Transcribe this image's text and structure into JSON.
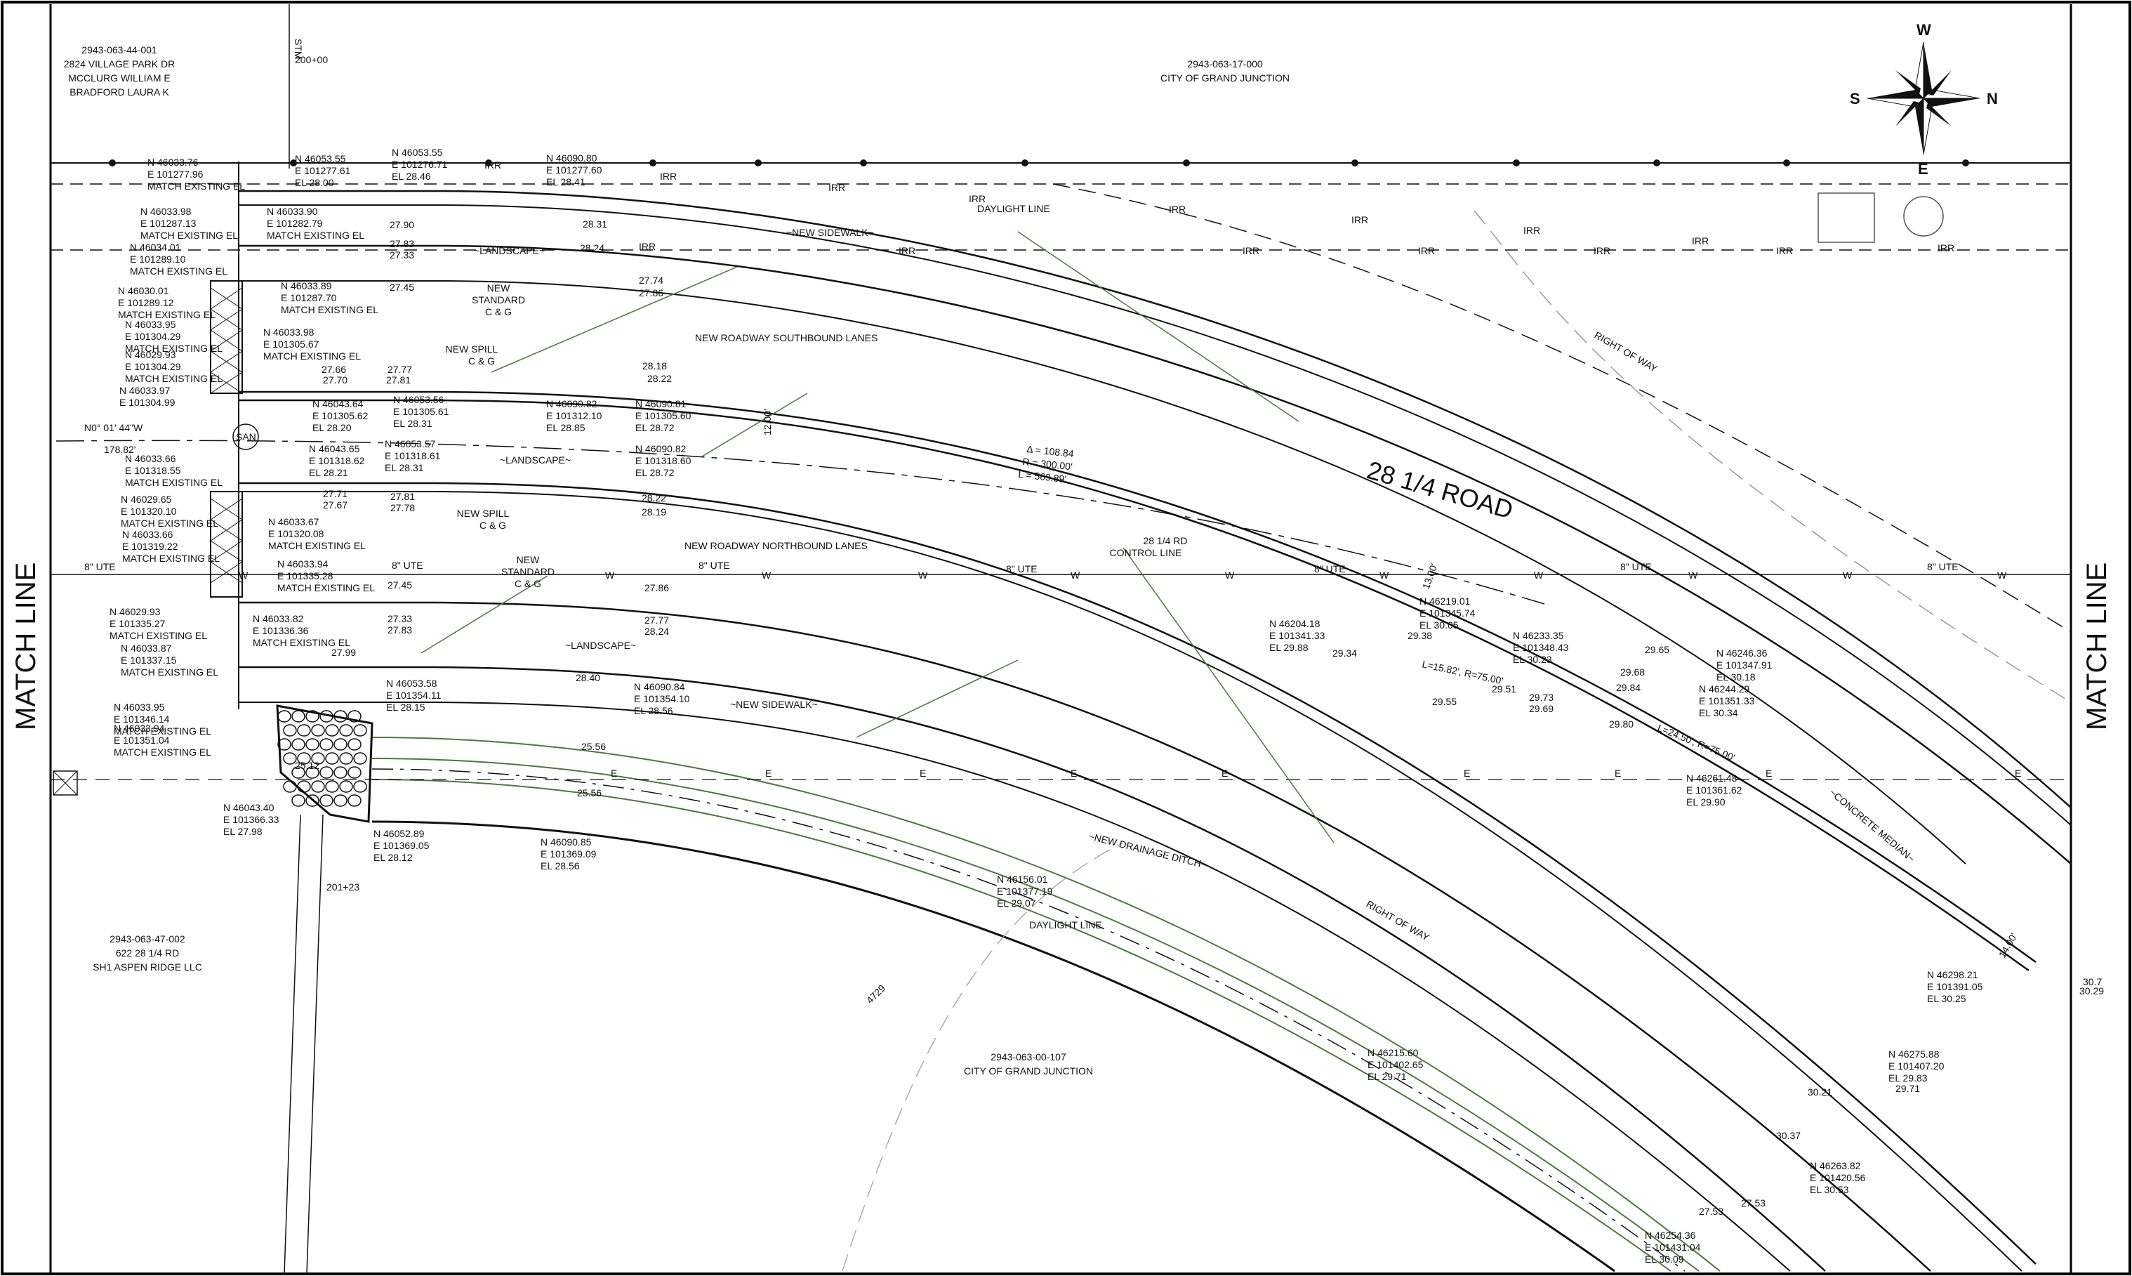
{
  "match_line_left": "MATCH LINE",
  "match_line_right": "MATCH LINE",
  "road_name": "28 1/4 ROAD",
  "parcels": [
    {
      "lines": [
        "2943-063-44-001",
        "2824 VILLAGE PARK DR",
        "MCCLURG WILLIAM E",
        "BRADFORD LAURA K"
      ]
    },
    {
      "lines": [
        "2943-063-17-000",
        "CITY OF GRAND JUNCTION"
      ]
    },
    {
      "lines": [
        "2943-063-47-002",
        "622 28 1/4 RD",
        "SH1 ASPEN RIDGE LLC"
      ]
    },
    {
      "lines": [
        "2943-063-00-107",
        "CITY OF GRAND JUNCTION"
      ]
    }
  ],
  "compass": {
    "n": "N",
    "s": "S",
    "e": "E",
    "w": "W"
  },
  "stations": {
    "sta1": "200+00",
    "sta2": "201+23"
  },
  "notes": {
    "new_sidewalk": "~NEW SIDEWALK~",
    "landscape": "~LANDSCAPE~",
    "sb_lanes": "NEW ROADWAY SOUTHBOUND LANES",
    "nb_lanes": "NEW ROADWAY NORTHBOUND LANES",
    "new_standard": [
      "NEW",
      "STANDARD",
      "C & G"
    ],
    "new_spill": [
      "NEW SPILL",
      "C & G"
    ],
    "daylight_line": "DAYLIGHT LINE",
    "right_of_way": "RIGHT OF WAY",
    "control_line": [
      "28 1/4 RD",
      "CONTROL LINE"
    ],
    "drainage_ditch": "~NEW DRAINAGE DITCH~",
    "concrete_median": "~CONCRETE MEDIAN~",
    "curve": [
      "Δ = 108.84",
      "R = 300.00'",
      "L = 569.89'"
    ],
    "utility": "8\" UTE",
    "bearing": "N0° 01' 44\"W",
    "dist": "178.82'",
    "match_existing": "MATCH EXISTING EL",
    "irr": "IRR",
    "w": "W",
    "e": "E",
    "stm": "STM",
    "san": "SAN",
    "contour": "4729",
    "width12": "12.00'",
    "width13": "13.00'",
    "width14": "14.00'",
    "curve2": "L=15.82', R=75.00'",
    "curve3": "L=24.50', R=75.00'"
  },
  "points": [
    {
      "lines": [
        "N 46033.76",
        "E 101277.96",
        "MATCH EXISTING EL"
      ]
    },
    {
      "lines": [
        "N 46053.55",
        "E 101277.61",
        "EL 28.00"
      ]
    },
    {
      "lines": [
        "N 46053.55",
        "E 101276.71",
        "EL 28.46"
      ]
    },
    {
      "lines": [
        "N 46090.80",
        "E 101277.60",
        "EL 28.41"
      ]
    },
    {
      "lines": [
        "N 46033.98",
        "E 101287.13",
        "MATCH EXISTING EL"
      ]
    },
    {
      "lines": [
        "N 46033.90",
        "E 101282.79",
        "MATCH EXISTING EL"
      ]
    },
    {
      "lines": [
        "N 46034.01",
        "E 101289.10",
        "MATCH EXISTING EL"
      ]
    },
    {
      "lines": [
        "N 46030.01",
        "E 101289.12",
        "MATCH EXISTING EL"
      ]
    },
    {
      "lines": [
        "N 46033.89",
        "E 101287.70",
        "MATCH EXISTING EL"
      ]
    },
    {
      "lines": [
        "N 46033.95",
        "E 101304.29",
        "MATCH EXISTING EL"
      ]
    },
    {
      "lines": [
        "N 46033.98",
        "E 101305.67",
        "MATCH EXISTING EL"
      ]
    },
    {
      "lines": [
        "N 46029.93",
        "E 101304.29",
        "MATCH EXISTING EL"
      ]
    },
    {
      "lines": [
        "N 46033.97",
        "E 101304.99"
      ]
    },
    {
      "lines": [
        "N 46043.64",
        "E 101305.62",
        "EL 28.20"
      ]
    },
    {
      "lines": [
        "N 46053.56",
        "E 101305.61",
        "EL 28.31"
      ]
    },
    {
      "lines": [
        "N 46090.82",
        "E 101312.10",
        "EL 28.85"
      ]
    },
    {
      "lines": [
        "N 46090.81",
        "E 101305.60",
        "EL 28.72"
      ]
    },
    {
      "lines": [
        "N 46043.65",
        "E 101318.62",
        "EL 28.21"
      ]
    },
    {
      "lines": [
        "N 46053.57",
        "E 101318.61",
        "EL 28.31"
      ]
    },
    {
      "lines": [
        "N 46090.82",
        "E 101318.60",
        "EL 28.72"
      ]
    },
    {
      "lines": [
        "N 46033.66",
        "E 101318.55",
        "MATCH EXISTING EL"
      ]
    },
    {
      "lines": [
        "N 46029.65",
        "E 101320.10",
        "MATCH EXISTING EL"
      ]
    },
    {
      "lines": [
        "N 46033.67",
        "E 101320.08",
        "MATCH EXISTING EL"
      ]
    },
    {
      "lines": [
        "N 46033.66",
        "E 101319.22",
        "MATCH EXISTING EL"
      ]
    },
    {
      "lines": [
        "N 46033.94",
        "E 101335.28",
        "MATCH EXISTING EL"
      ]
    },
    {
      "lines": [
        "N 46029.93",
        "E 101335.27",
        "MATCH EXISTING EL"
      ]
    },
    {
      "lines": [
        "N 46033.82",
        "E 101336.36",
        "MATCH EXISTING EL"
      ]
    },
    {
      "lines": [
        "N 46033.87",
        "E 101337.15",
        "MATCH EXISTING EL"
      ]
    },
    {
      "lines": [
        "N 46053.58",
        "E 101354.11",
        "EL 28.15"
      ]
    },
    {
      "lines": [
        "N 46090.84",
        "E 101354.10",
        "EL 28.56"
      ]
    },
    {
      "lines": [
        "N 46033.95",
        "E 101346.14",
        "MATCH EXISTING EL"
      ]
    },
    {
      "lines": [
        "N 46033.94",
        "E 101351.04",
        "MATCH EXISTING EL"
      ]
    },
    {
      "lines": [
        "N 46043.40",
        "E 101366.33",
        "EL 27.98"
      ]
    },
    {
      "lines": [
        "N 46052.89",
        "E 101369.05",
        "EL 28.12"
      ]
    },
    {
      "lines": [
        "N 46090.85",
        "E 101369.09",
        "EL 28.56"
      ]
    },
    {
      "lines": [
        "N 46156.01",
        "E 101377.19",
        "EL 29.07"
      ]
    },
    {
      "lines": [
        "N 46204.18",
        "E 101341.33",
        "EL 29.88"
      ]
    },
    {
      "lines": [
        "N 46219.01",
        "E 101345.74",
        "EL 30.05"
      ]
    },
    {
      "lines": [
        "N 46233.35",
        "E 101348.43",
        "EL 30.23"
      ]
    },
    {
      "lines": [
        "N 46246.36",
        "E 101347.91",
        "EL 30.18"
      ]
    },
    {
      "lines": [
        "N 46244.29",
        "E 101351.33",
        "EL 30.34"
      ]
    },
    {
      "lines": [
        "N 46261.48",
        "E 101361.62",
        "EL 29.90"
      ]
    },
    {
      "lines": [
        "N 46298.21",
        "E 101391.05",
        "EL 30.25"
      ]
    },
    {
      "lines": [
        "N 46215.60",
        "E 101402.65",
        "EL 29.71"
      ]
    },
    {
      "lines": [
        "N 46275.88",
        "E 101407.20",
        "EL 29.83"
      ]
    },
    {
      "lines": [
        "N 46263.82",
        "E 101420.56",
        "EL 30.53"
      ]
    },
    {
      "lines": [
        "N 46254.36",
        "E 101431.04",
        "EL 30.09"
      ]
    }
  ],
  "elevs": [
    "27.90",
    "27.83",
    "27.33",
    "27.45",
    "28.31",
    "28.24",
    "27.74",
    "27.86",
    "28.18",
    "28.22",
    "27.77",
    "27.81",
    "27.66",
    "27.70",
    "27.71",
    "27.67",
    "27.81",
    "27.78",
    "28.22",
    "28.19",
    "27.45",
    "27.86",
    "27.33",
    "27.83",
    "27.77",
    "28.24",
    "27.99",
    "28.40",
    "25.56",
    "25.56",
    "25.12",
    "29.38",
    "29.34",
    "29.55",
    "29.51",
    "29.73",
    "29.69",
    "29.65",
    "29.68",
    "29.84",
    "29.80",
    "30.7",
    "30.29",
    "30.21",
    "29.71",
    "30.37",
    "27.53",
    "27.53"
  ]
}
